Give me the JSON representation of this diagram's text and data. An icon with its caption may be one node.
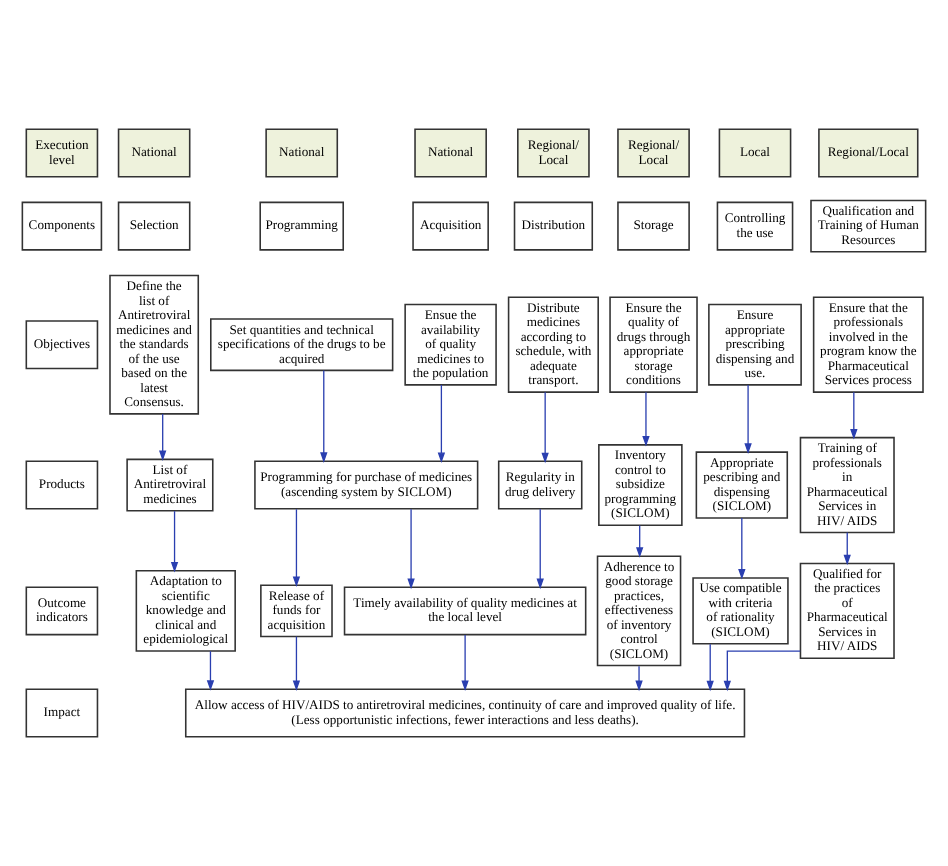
{
  "diagram": {
    "nodes": [
      {
        "text": [
          "Execution level"
        ]
      },
      {
        "text": [
          "National"
        ]
      },
      {
        "text": [
          "National"
        ]
      },
      {
        "text": [
          "National"
        ]
      },
      {
        "text": [
          "Regional/ Local"
        ]
      },
      {
        "text": [
          "Regional/ Local"
        ]
      },
      {
        "text": [
          "Local"
        ]
      },
      {
        "text": [
          "Regional/Local"
        ]
      },
      {
        "text": [
          "Components"
        ]
      },
      {
        "text": [
          "Selection"
        ]
      },
      {
        "text": [
          "Programming"
        ]
      },
      {
        "text": [
          "Acquisition"
        ]
      },
      {
        "text": [
          "Distribution"
        ]
      },
      {
        "text": [
          "Storage"
        ]
      },
      {
        "text": [
          "Controlling the use"
        ]
      },
      {
        "text": [
          "Qualification and Training of Human Resources"
        ]
      },
      {
        "text": [
          "Objectives"
        ]
      },
      {
        "text": [
          "Define the list of Antiretroviral medicines and the standards of the use based on the latest Consensus."
        ]
      },
      {
        "text": [
          "Set quantities and technical specifications of the drugs to be acquired"
        ]
      },
      {
        "text": [
          "Ensue the availability of quality medicines to the population"
        ]
      },
      {
        "text": [
          "Distribute medicines according to schedule, with adequate transport."
        ]
      },
      {
        "text": [
          "Ensure the quality of drugs through appropriate storage conditions"
        ]
      },
      {
        "text": [
          "Ensure appropriate prescribing dispensing and use."
        ]
      },
      {
        "text": [
          "Ensure that the professionals involved in the program know the Pharmaceutical Services process"
        ]
      },
      {
        "text": [
          "Products"
        ]
      },
      {
        "text": [
          "List of Antiretroviral medicines"
        ]
      },
      {
        "text": [
          "Programming for purchase of medicines (ascending system by SICLOM)"
        ]
      },
      {
        "text": [
          "Regularity in drug delivery"
        ]
      },
      {
        "text": [
          "Inventory control to subsidize programming (SICLOM)"
        ]
      },
      {
        "text": [
          "Appropriate pescribing and dispensing (SICLOM)"
        ]
      },
      {
        "text": [
          "Training of professionals in Pharmaceutical Services in HIV/ AIDS"
        ]
      },
      {
        "text": [
          "Outcome indicators"
        ]
      },
      {
        "text": [
          "Adaptation to scientific knowledge and clinical and epidemiological"
        ]
      },
      {
        "text": [
          "Release of funds for acquisition"
        ]
      },
      {
        "text": [
          "Timely availability of quality medicines at the local level"
        ]
      },
      {
        "text": [
          "Adherence to good storage practices, effectiveness of inventory control (SICLOM)"
        ]
      },
      {
        "text": [
          "Use compatible with criteria of rationality (SICLOM)"
        ]
      },
      {
        "text": [
          "Qualified for the practices of Pharmaceutical Services in HIV/ AIDS"
        ]
      },
      {
        "text": [
          "Impact"
        ]
      },
      {
        "text": [
          "Allow access of HIV/AIDS to antiretroviral medicines, continuity of care and improved quality of life.",
          "(Less opportunistic infections, fewer interactions and less deaths)."
        ]
      }
    ],
    "edges": [
      {
        "from": 17,
        "to": 25,
        "arrow": "to"
      },
      {
        "from": 18,
        "to": 26,
        "arrow": "to"
      },
      {
        "from": 19,
        "to": 26,
        "arrow": "to"
      },
      {
        "from": 20,
        "to": 27,
        "arrow": "to"
      },
      {
        "from": 21,
        "to": 28,
        "arrow": "to"
      },
      {
        "from": 22,
        "to": 29,
        "arrow": "to"
      },
      {
        "from": 23,
        "to": 30,
        "arrow": "to"
      },
      {
        "from": 25,
        "to": 32,
        "arrow": "to"
      },
      {
        "from": 26,
        "to": 33,
        "arrow": "to"
      },
      {
        "from": 26,
        "to": 34,
        "arrow": "to"
      },
      {
        "from": 27,
        "to": 34,
        "arrow": "to"
      },
      {
        "from": 28,
        "to": 35,
        "arrow": "to"
      },
      {
        "from": 29,
        "to": 36,
        "arrow": "to"
      },
      {
        "from": 30,
        "to": 37,
        "arrow": "to"
      },
      {
        "from": 32,
        "to": 39,
        "arrow": "to"
      },
      {
        "from": 33,
        "to": 39,
        "arrow": "to"
      },
      {
        "from": 34,
        "to": 39,
        "arrow": "to"
      },
      {
        "from": 35,
        "to": 39,
        "arrow": "to"
      },
      {
        "from": 36,
        "to": 39,
        "arrow": "to"
      },
      {
        "from": 37,
        "to": 39,
        "arrow": "to"
      }
    ]
  }
}
